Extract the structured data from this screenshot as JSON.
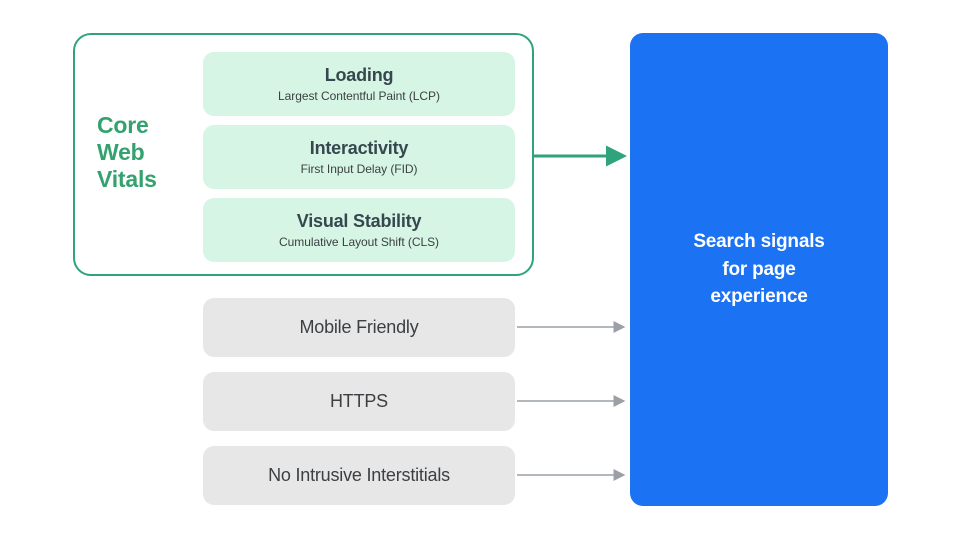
{
  "diagram": {
    "title": "Core Web Vitals and page experience search signals",
    "background": "#FFFFFF",
    "colors": {
      "green_accent": "#2FA37C",
      "green_text": "#34A26F",
      "mint_fill": "#D6F5E4",
      "gray_fill": "#E7E7E8",
      "blue_fill": "#1B72F2",
      "dark_text": "#3C4043",
      "gray_arrow": "#9AA0A6"
    }
  },
  "core_web_vitals": {
    "group_label": "Core\nWeb\nVitals",
    "group_label_lines": [
      "Core",
      "Web",
      "Vitals"
    ],
    "metrics": [
      {
        "title": "Loading",
        "subtitle": "Largest Contentful Paint (LCP)"
      },
      {
        "title": "Interactivity",
        "subtitle": "First Input Delay (FID)"
      },
      {
        "title": "Visual Stability",
        "subtitle": "Cumulative Layout Shift (CLS)"
      }
    ]
  },
  "other_signals": [
    {
      "title": "Mobile Friendly"
    },
    {
      "title": "HTTPS"
    },
    {
      "title": "No Intrusive Interstitials"
    }
  ],
  "destination": {
    "text": "Search signals\nfor page\nexperience"
  },
  "connectors": [
    {
      "name": "core-web-vitals-arrow",
      "color": "#2FA37C",
      "style": "solid"
    },
    {
      "name": "mobile-friendly-arrow",
      "color": "#9AA0A6",
      "style": "solid"
    },
    {
      "name": "https-arrow",
      "color": "#9AA0A6",
      "style": "solid"
    },
    {
      "name": "no-intrusive-interstitials-arrow",
      "color": "#9AA0A6",
      "style": "solid"
    }
  ]
}
